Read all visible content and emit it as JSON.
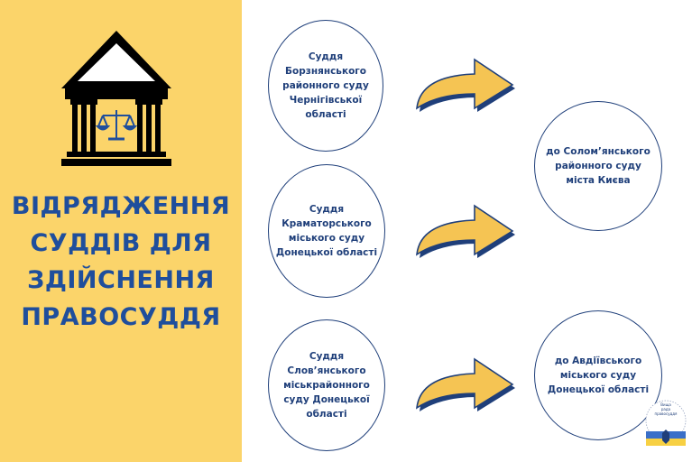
{
  "title_lines": [
    "ВІДРЯДЖЕННЯ",
    "СУДДІВ ДЛЯ",
    "ЗДІЙСНЕННЯ",
    "ПРАВОСУДДЯ"
  ],
  "sources": [
    {
      "lines": [
        "Суддя",
        "Борзнянського",
        "районного суду",
        "Чернігівської",
        "області"
      ]
    },
    {
      "lines": [
        "Суддя",
        "Краматорського",
        "міського суду",
        "Донецької області"
      ]
    },
    {
      "lines": [
        "Суддя",
        "Слов’янського",
        "міськрайонного",
        "суду Донецької",
        "області"
      ]
    }
  ],
  "targets": [
    {
      "lines": [
        "до Солом’янського",
        "районного суду",
        "міста Києва"
      ]
    },
    {
      "lines": [
        "до Авдіївського",
        "міського суду",
        "Донецької області"
      ]
    }
  ],
  "logo": {
    "lines": [
      "Вища",
      "рада",
      "правосуддя"
    ]
  },
  "colors": {
    "panel": "#fbd46a",
    "title": "#1f4e9c",
    "node_border": "#1f3f7a",
    "arrow_fill": "#f5c453",
    "arrow_outline": "#1f3f7a"
  }
}
